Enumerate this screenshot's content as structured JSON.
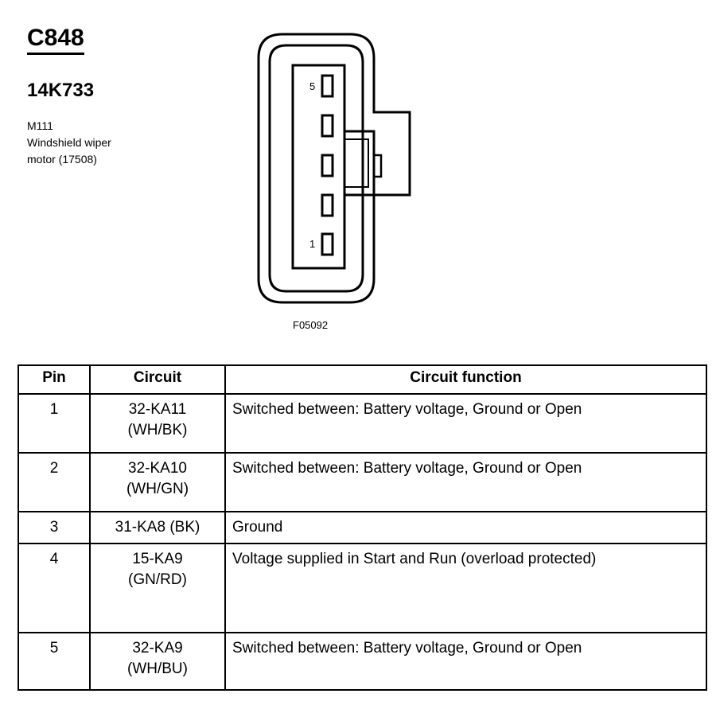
{
  "header": {
    "connector_id": "C848",
    "part_number": "14K733",
    "description_lines": [
      "M111",
      "Windshield wiper",
      "motor (17508)"
    ]
  },
  "diagram": {
    "top_pin_label": "5",
    "bottom_pin_label": "1",
    "figure_id": "F05092"
  },
  "table": {
    "headers": [
      "Pin",
      "Circuit",
      "Circuit function"
    ],
    "rows": [
      {
        "pin": "1",
        "circuit_lines": [
          "32-KA11",
          "(WH/BK)"
        ],
        "function": "Switched between: Battery voltage, Ground or Open"
      },
      {
        "pin": "2",
        "circuit_lines": [
          "32-KA10",
          "(WH/GN)"
        ],
        "function": "Switched between: Battery voltage, Ground or Open"
      },
      {
        "pin": "3",
        "circuit_lines": [
          "31-KA8 (BK)"
        ],
        "function": "Ground"
      },
      {
        "pin": "4",
        "circuit_lines": [
          "15-KA9",
          "(GN/RD)"
        ],
        "function": "Voltage supplied in Start and Run (overload protected)"
      },
      {
        "pin": "5",
        "circuit_lines": [
          "32-KA9",
          "(WH/BU)"
        ],
        "function": "Switched between: Battery voltage, Ground or Open"
      }
    ]
  }
}
